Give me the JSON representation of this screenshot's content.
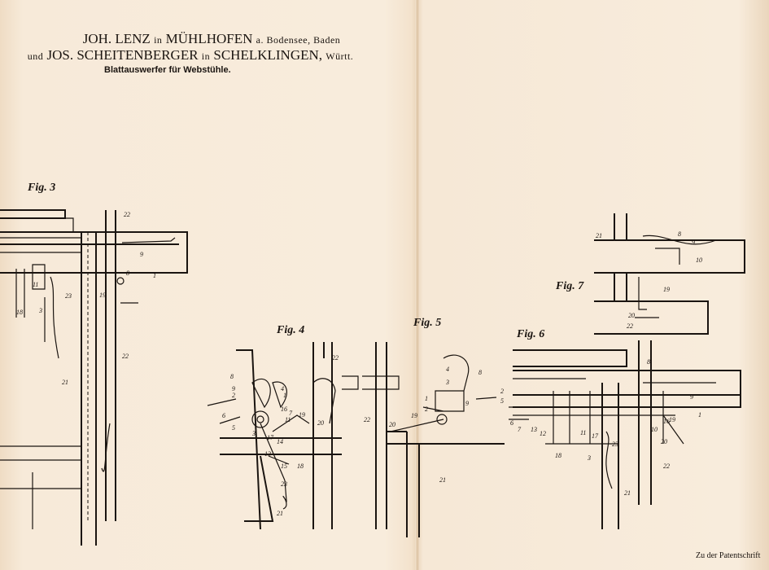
{
  "header": {
    "line1": {
      "name1": "JOH. LENZ",
      "in1": "in",
      "place1": "MÜHLHOFEN",
      "rest1": "a. Bodensee, Baden"
    },
    "line2": {
      "und": "und",
      "name2": "JOS. SCHEITENBERGER",
      "in2": "in",
      "place2": "SCHELKLINGEN,",
      "rest2": "Württ."
    },
    "subtitle": "Blattauswerfer für Webstühle."
  },
  "figures": [
    {
      "label": "Fig. 3",
      "parts": [
        "22",
        "9",
        "1",
        "8",
        "11",
        "23",
        "3",
        "18",
        "21",
        "22",
        "19"
      ]
    },
    {
      "label": "Fig. 4",
      "parts": [
        "22",
        "8",
        "9",
        "2",
        "6",
        "5",
        "7",
        "11",
        "16",
        "19",
        "20",
        "14",
        "15",
        "18",
        "13",
        "23",
        "21",
        "1",
        "4",
        "3",
        "17"
      ]
    },
    {
      "label": "Fig. 5",
      "parts": [
        "4",
        "8",
        "3",
        "1",
        "9",
        "2",
        "22",
        "20",
        "19",
        "21"
      ]
    },
    {
      "label": "Fig. 6",
      "parts": [
        "8",
        "2",
        "5",
        "9",
        "1",
        "6",
        "7",
        "13",
        "12",
        "11",
        "17",
        "10",
        "16",
        "18",
        "3",
        "23",
        "20",
        "22",
        "21",
        "19"
      ]
    },
    {
      "label": "Fig. 7",
      "parts": [
        "21",
        "8",
        "9",
        "10",
        "19",
        "20",
        "22"
      ]
    }
  ],
  "footer": "Zu der Patentschrift"
}
